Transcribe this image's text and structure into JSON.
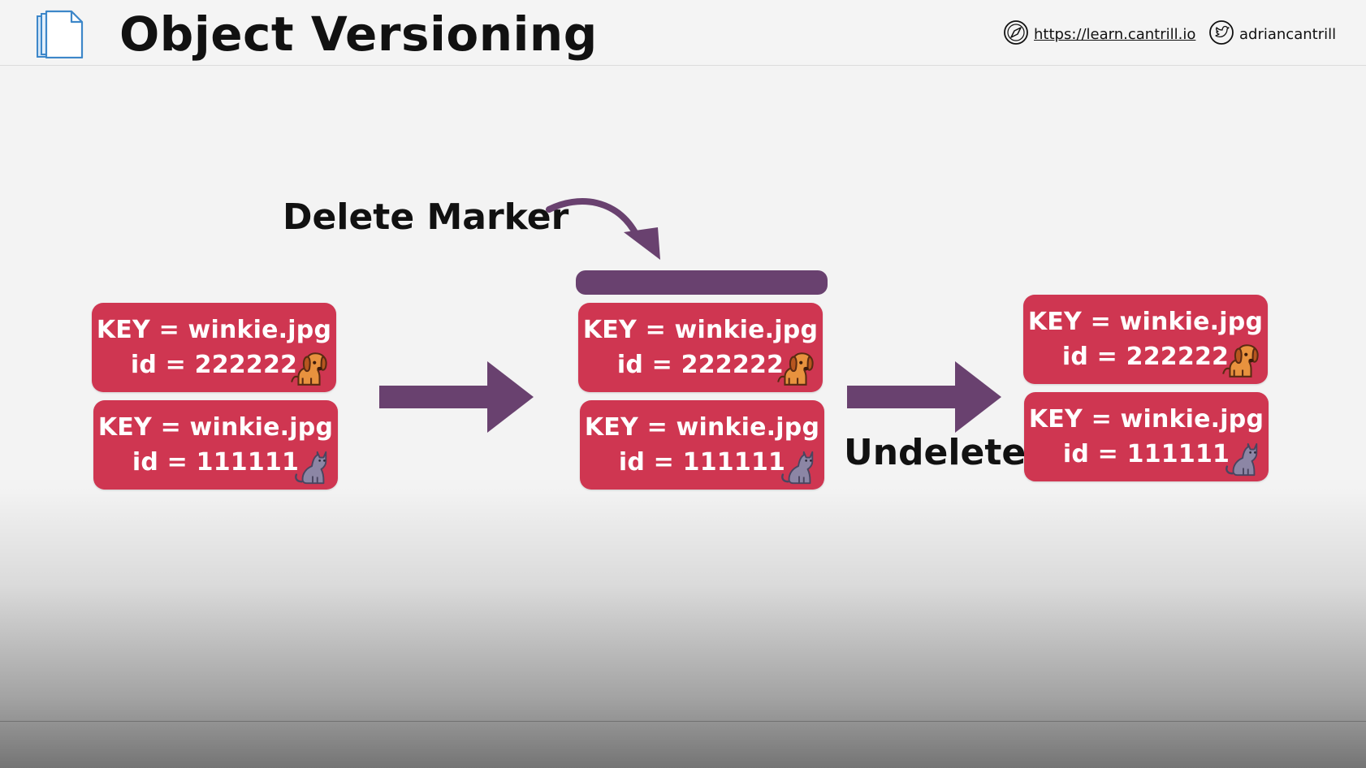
{
  "header": {
    "title": "Object Versioning",
    "website": "https://learn.cantrill.io",
    "twitter": "adriancantrill",
    "icons": {
      "logo": "document-icon",
      "website": "compass-icon",
      "twitter": "twitter-icon"
    }
  },
  "diagram": {
    "delete_marker_label": "Delete Marker",
    "undelete_label": "Undelete",
    "colors": {
      "object": "#cf3651",
      "marker": "#69416f",
      "arrow": "#69416f"
    },
    "stages": [
      {
        "objects": [
          {
            "key": "KEY = winkie.jpg",
            "id": "id = 222222",
            "icon": "dog-icon"
          },
          {
            "key": "KEY = winkie.jpg",
            "id": "id = 111111",
            "icon": "cat-icon"
          }
        ]
      },
      {
        "has_delete_marker": true,
        "objects": [
          {
            "key": "KEY = winkie.jpg",
            "id": "id = 222222",
            "icon": "dog-icon"
          },
          {
            "key": "KEY = winkie.jpg",
            "id": "id = 111111",
            "icon": "cat-icon"
          }
        ]
      },
      {
        "objects": [
          {
            "key": "KEY = winkie.jpg",
            "id": "id = 222222",
            "icon": "dog-icon"
          },
          {
            "key": "KEY = winkie.jpg",
            "id": "id = 111111",
            "icon": "cat-icon"
          }
        ]
      }
    ]
  }
}
